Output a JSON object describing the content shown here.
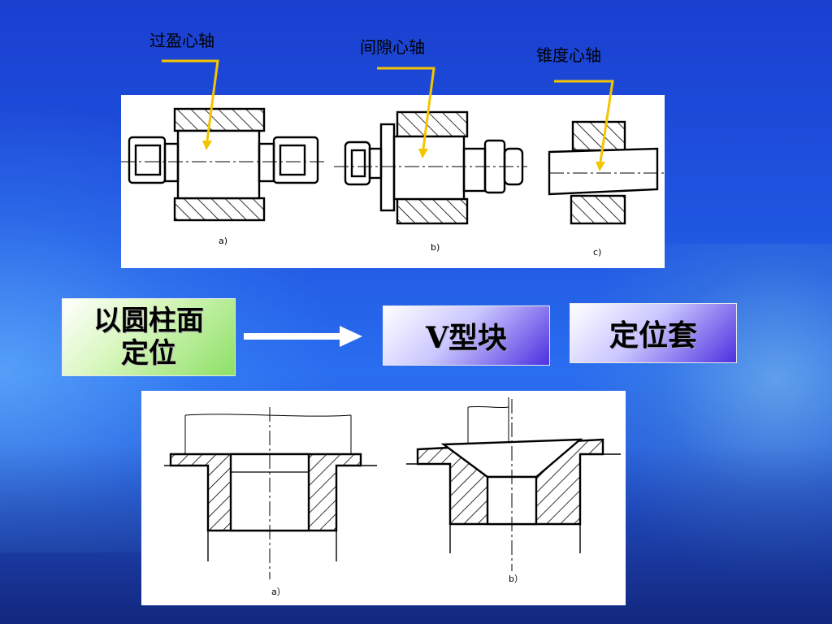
{
  "labels": {
    "interference_mandrel": "过盈心轴",
    "clearance_mandrel": "间隙心轴",
    "taper_mandrel": "锥度心轴"
  },
  "top_diagram": {
    "sub_a": "a)",
    "sub_b": "b)",
    "sub_c": "c)"
  },
  "boxes": {
    "cylinder_locating": "以圆柱面\n定位",
    "v_block": "V型块",
    "locating_sleeve": "定位套"
  },
  "bottom_diagram": {
    "sub_a": "a）",
    "sub_b": "b）"
  },
  "colors": {
    "callout_line": "#f5c400",
    "background": "#1f55e0",
    "green_box": "#8ee066",
    "blue_box": "#4d2fe0"
  }
}
